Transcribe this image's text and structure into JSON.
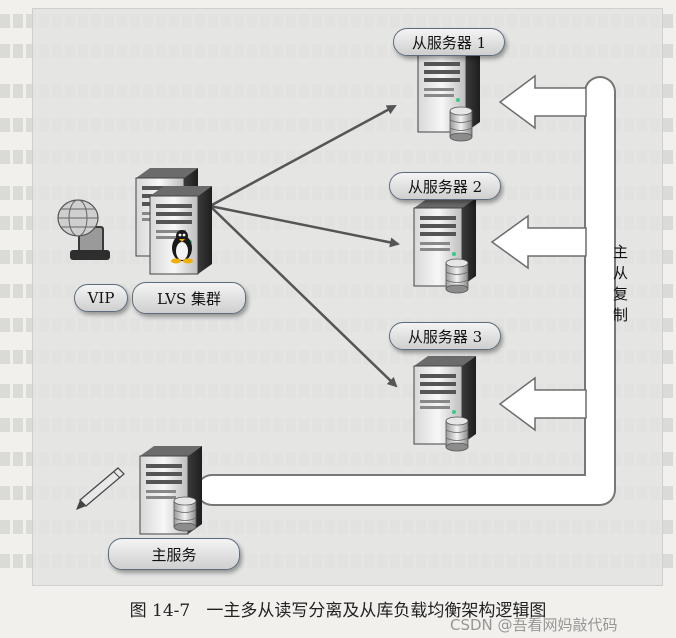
{
  "nodes": {
    "vip": "VIP",
    "lvs": "LVS 集群",
    "slave1": "从服务器 1",
    "slave2": "从服务器 2",
    "slave3": "从服务器 3",
    "master": "主服务"
  },
  "replication_label": "主从复制",
  "caption": "图 14-7   一主多从读写分离及从库负载均衡架构逻辑图",
  "watermark": "CSDN @吾看网妈敲代码",
  "colors": {
    "arrow": "#555555",
    "replication_path": "#ffffff",
    "replication_outline": "#777777",
    "pill_border": "#5d6d7d",
    "server_body": "#2f2f2f"
  },
  "icons": [
    "server-icon",
    "database-icon",
    "network-globe-icon",
    "linux-penguin-icon",
    "pen-icon"
  ]
}
